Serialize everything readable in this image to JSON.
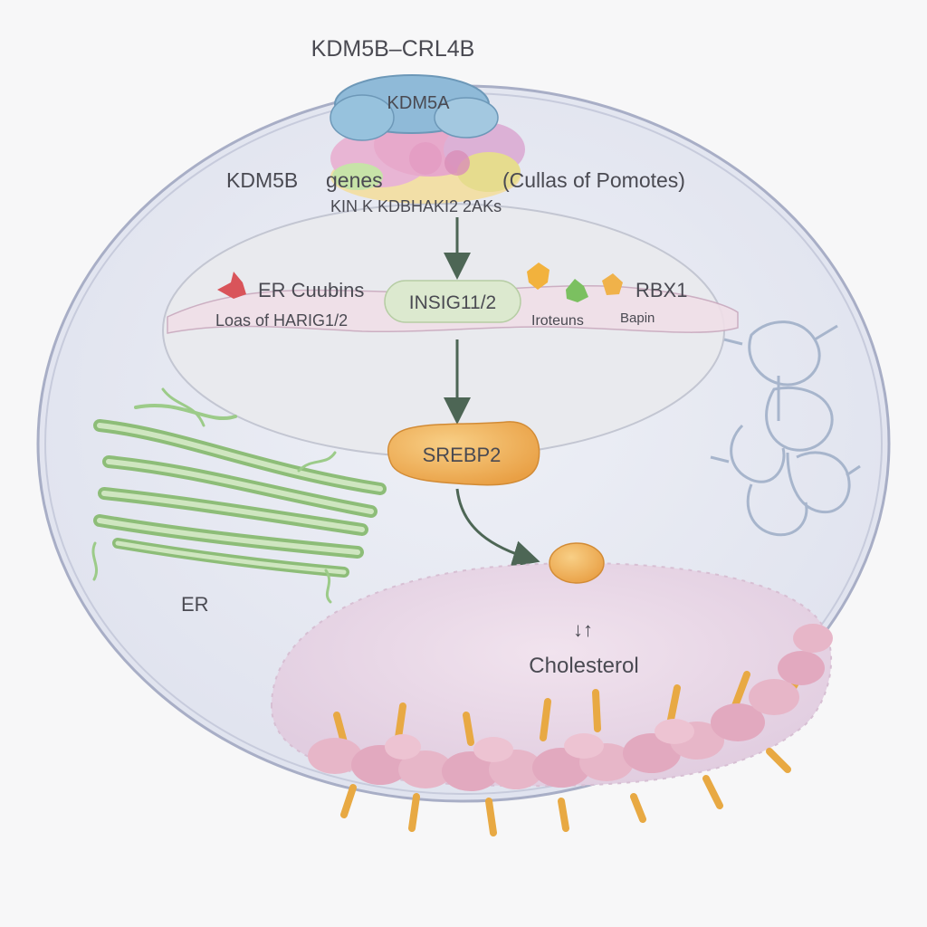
{
  "title": "KDM5B–CRL4B",
  "complex": {
    "top_label": "KDM5A"
  },
  "gene_row": {
    "left": "KDM5B",
    "middle": "genes",
    "right": "(Cullas of Pomotes)",
    "sub": "KIN   K    KDBHAKI2 2AKs"
  },
  "er_band": {
    "left_label": "ER Cuubins",
    "left_sub": "Loas of HARIG1/2",
    "center_label": "INSIG11/2",
    "right_sub": "Iroteuns",
    "right_sub2": "Bapin",
    "right_label": "RBX1"
  },
  "srebp": {
    "label": "SREBP2"
  },
  "er_label": "ER",
  "nucleus": {
    "marker": "↓↑",
    "label": "Cholesterol"
  },
  "colors": {
    "cell_fill": "#e4e7f0",
    "cell_stroke": "#a8aec6",
    "arrow": "#4d6655",
    "insig_fill": "#dce9cf",
    "srebp_fill": "#f1b45c",
    "nucleus_fill": "#ead7e6",
    "er_green": "#9cc98a",
    "rbx_cluster": "#a7b5cc"
  }
}
